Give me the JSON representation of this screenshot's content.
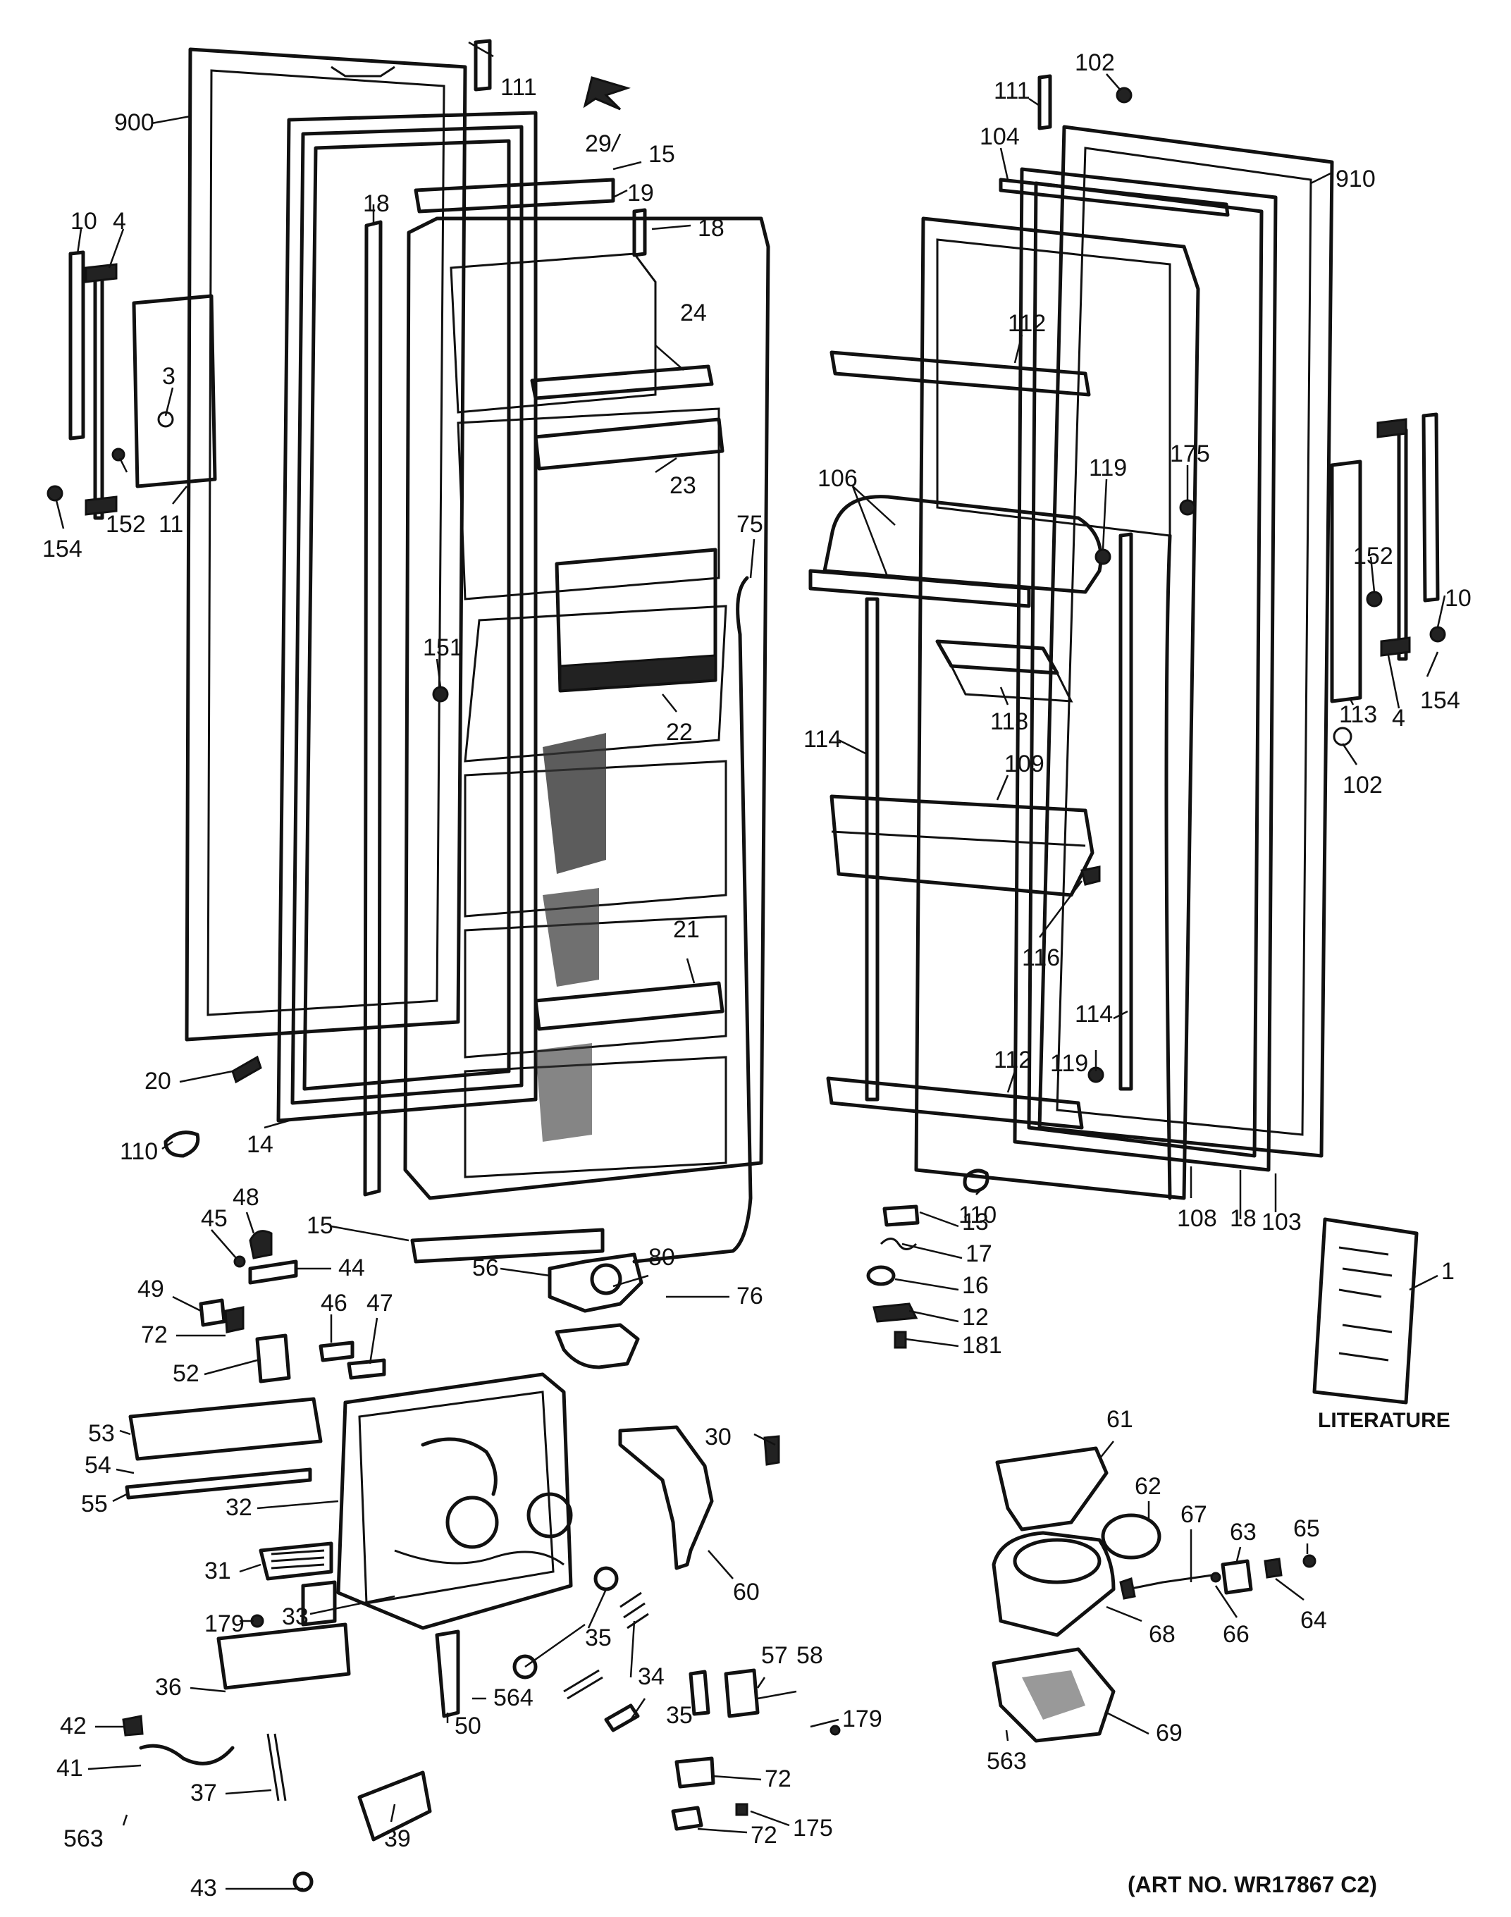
{
  "diagram": {
    "art_number": "(ART NO. WR17867 C2)",
    "literature_caption": "LITERATURE",
    "callouts": [
      "900",
      "111",
      "29",
      "15",
      "19",
      "18",
      "18",
      "24",
      "23",
      "22",
      "21",
      "151",
      "10",
      "4",
      "3",
      "152",
      "11",
      "154",
      "75",
      "20",
      "110",
      "14",
      "15",
      "48",
      "45",
      "44",
      "49",
      "72",
      "46",
      "47",
      "56",
      "80",
      "76",
      "52",
      "53",
      "54",
      "55",
      "32",
      "31",
      "33",
      "35",
      "34",
      "35",
      "179",
      "36",
      "564",
      "50",
      "42",
      "41",
      "37",
      "39",
      "563",
      "43",
      "102",
      "111",
      "104",
      "910",
      "112",
      "175",
      "119",
      "106",
      "118",
      "109",
      "114",
      "116",
      "114",
      "119",
      "112",
      "152",
      "10",
      "154",
      "4",
      "113",
      "102",
      "110",
      "108",
      "18",
      "103",
      "13",
      "17",
      "16",
      "12",
      "181",
      "1",
      "30",
      "60",
      "57",
      "58",
      "179",
      "72",
      "175",
      "72",
      "61",
      "62",
      "67",
      "63",
      "65",
      "66",
      "64",
      "68",
      "69",
      "563"
    ]
  }
}
